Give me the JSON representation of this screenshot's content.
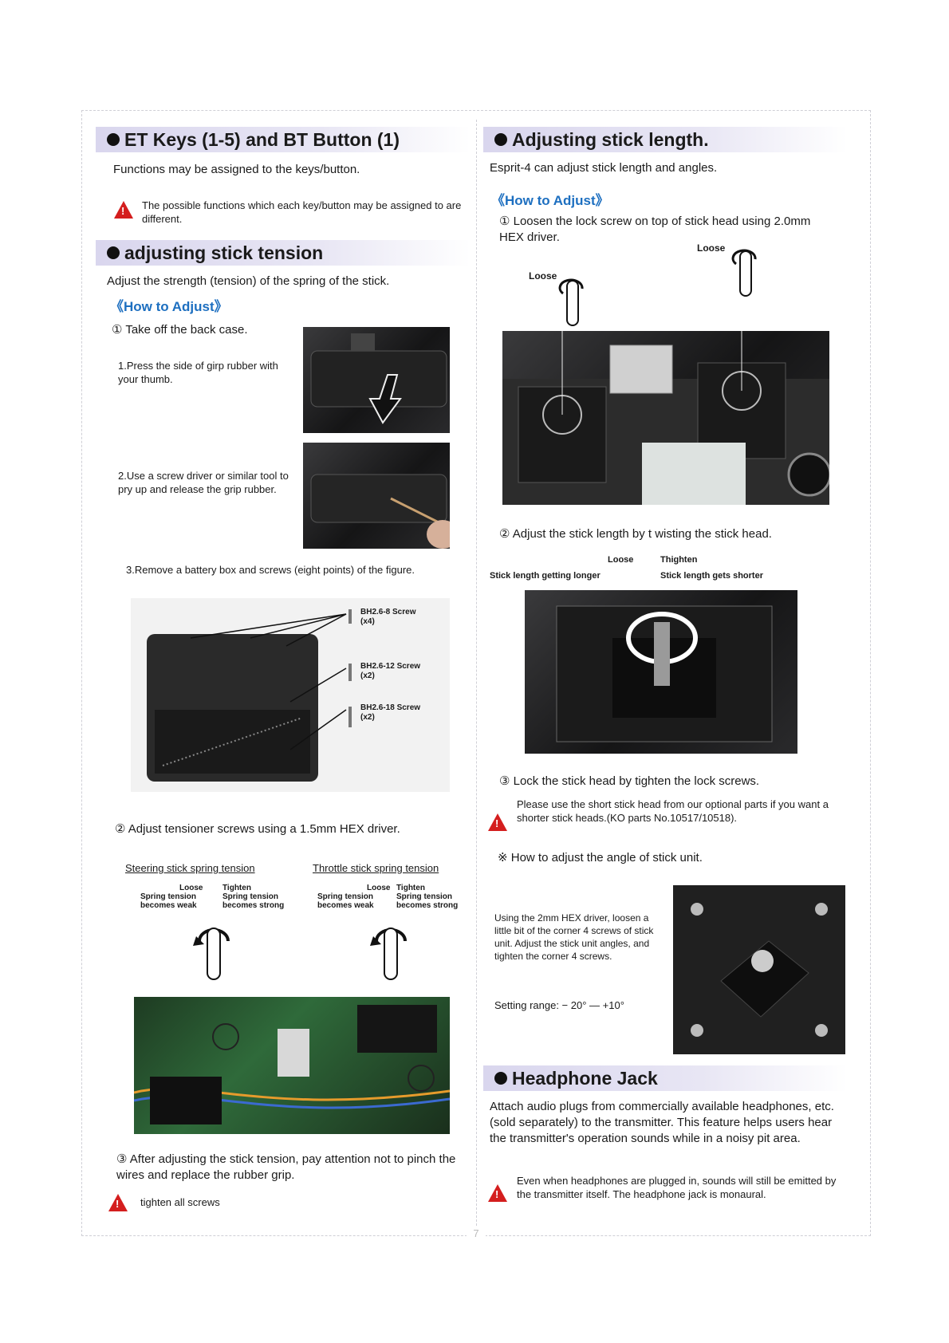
{
  "page_number": "7",
  "left": {
    "et_keys": {
      "title": "ET Keys (1-5) and BT Button (1)",
      "text": "Functions may be assigned to the keys/button.",
      "warning": "The possible functions which each key/button may be assigned to are different."
    },
    "tension": {
      "title": "adjusting stick tension",
      "text": "Adjust the strength (tension) of the spring of the stick.",
      "how_to": "《How to Adjust》",
      "step1": "① Take off the back case.",
      "sub1": "1.Press the side of girp rubber with your thumb.",
      "sub2": "2.Use a screw driver or similar tool to pry up and release the grip rubber.",
      "sub3": "3.Remove a battery box and screws (eight points) of the figure.",
      "screw_a_name": "BH2.6-8 Screw",
      "screw_a_count": "(x4)",
      "screw_b_name": "BH2.6-12 Screw",
      "screw_b_count": "(x2)",
      "screw_c_name": "BH2.6-18 Screw",
      "screw_c_count": "(x2)",
      "step2": "② Adjust tensioner screws using a 1.5mm HEX driver.",
      "steering_label": "Steering stick spring tension",
      "throttle_label": "Throttle stick spring tension",
      "loose": "Loose",
      "tighten": "Tighten",
      "spring_tension": "Spring tension",
      "becomes_weak": "becomes weak",
      "becomes_strong": "becomes strong",
      "step3": "③ After adjusting the stick tension, pay attention not to pinch the wires and replace the rubber grip.",
      "warning": "tighten all screws"
    }
  },
  "right": {
    "stick_length": {
      "title": "Adjusting stick length.",
      "text": "Esprit-4 can adjust stick length and angles.",
      "how_to": "《How to Adjust》",
      "step1": "① Loosen the lock screw on top of stick head using 2.0mm HEX driver.",
      "loose": "Loose",
      "step2": "② Adjust the stick length by t wisting the stick head.",
      "loose_label": "Loose",
      "loose_desc": "Stick length getting longer",
      "thighten_label": "Thighten",
      "thighten_desc": "Stick length gets shorter",
      "step3": "③ Lock the stick head by tighten the lock screws.",
      "warning": "Please use the short stick head from our optional parts if you want a shorter stick heads.(KO parts No.10517/10518).",
      "angle_title": "※ How to adjust the angle of stick unit.",
      "angle_text": "Using the 2mm HEX driver, loosen a little bit of the corner 4 screws of stick unit. Adjust the stick unit angles, and tighten the corner 4 screws.",
      "setting_range": "Setting range: − 20° — +10°"
    },
    "headphone": {
      "title": "Headphone Jack",
      "text": "Attach audio plugs from commercially available headphones, etc. (sold separately) to the transmitter. This feature helps users hear the transmitter's operation sounds while in a noisy pit area.",
      "warning": "Even when headphones are plugged in, sounds will still be emitted by the transmitter itself. The headphone jack is monaural."
    }
  }
}
